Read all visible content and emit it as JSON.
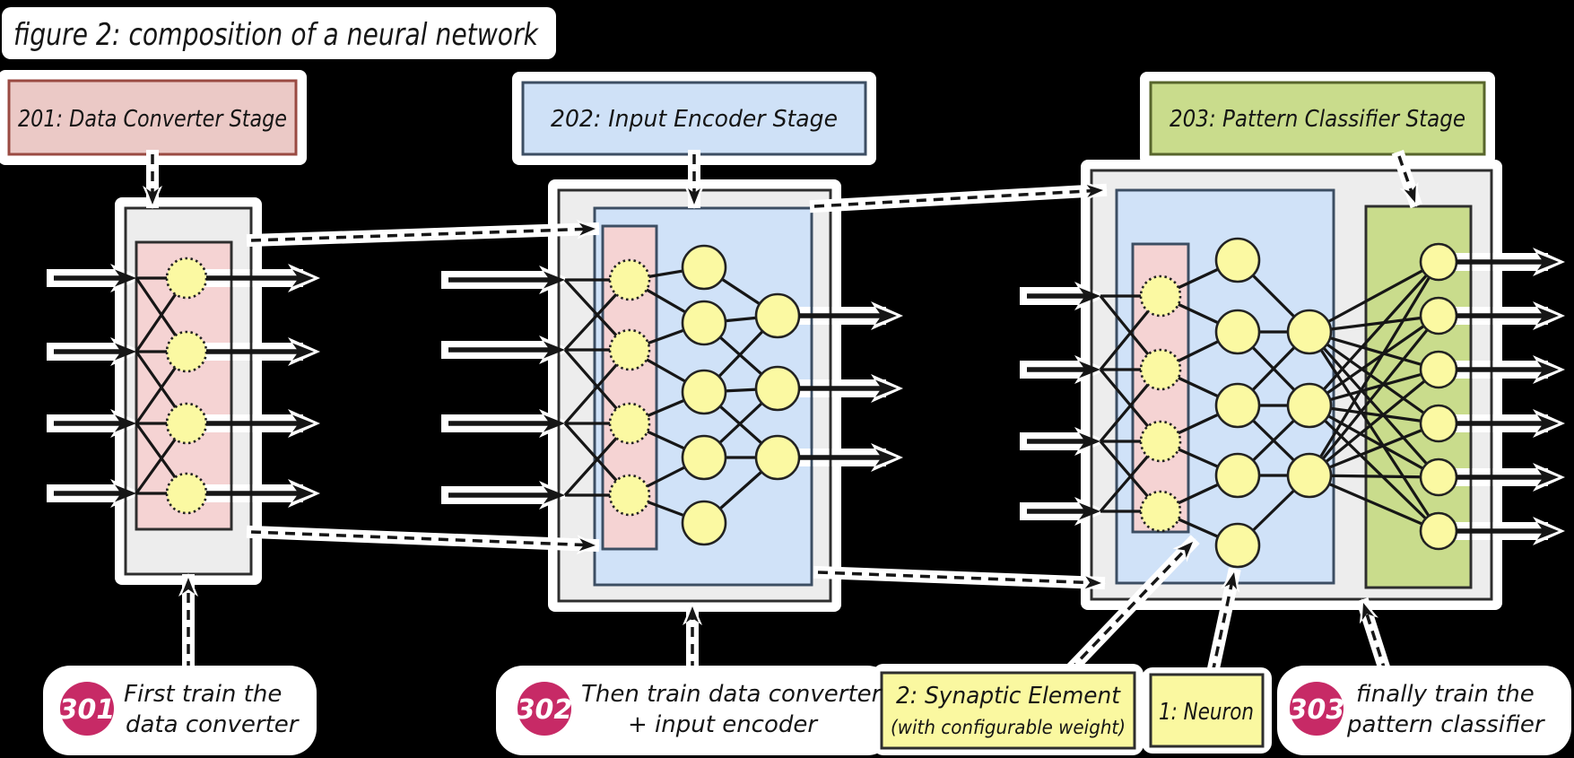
{
  "title": "figure 2: composition of a neural network",
  "stage_labels": {
    "s1": "201: Data Converter Stage",
    "s2": "202: Input Encoder Stage",
    "s3": "203: Pattern Classifier Stage"
  },
  "stages": [
    {
      "id": "201",
      "name": "Data Converter Stage",
      "inputs": 4,
      "synaptic_elements": 4,
      "neuron_layers": [],
      "outputs": 4
    },
    {
      "id": "202",
      "name": "Input Encoder Stage",
      "inputs": 4,
      "synaptic_elements": 4,
      "neuron_layers": [
        5,
        3
      ],
      "outputs": 3
    },
    {
      "id": "203",
      "name": "Pattern Classifier Stage",
      "inputs": 4,
      "synaptic_elements": 4,
      "neuron_layers": [
        5,
        3
      ],
      "classifier_neurons": 6,
      "outputs": 6
    }
  ],
  "annotations": {
    "a301": {
      "badge": "301",
      "line1": "First train the",
      "line2": "data converter"
    },
    "a302": {
      "badge": "302",
      "line1": "Then train data converter",
      "line2": "+ input encoder"
    },
    "a303": {
      "badge": "303",
      "line1": "finally train the",
      "line2": "pattern classifier"
    },
    "synaptic_note": {
      "line1": "2: Synaptic Element",
      "line2": "(with configurable weight)"
    },
    "neuron_note": {
      "label": "1: Neuron"
    }
  },
  "colors": {
    "background": "#000000",
    "halo": "#ffffff",
    "stage_fill": "#ededed",
    "stage_border": "#2e2e2e",
    "pink_fill": "#f5d3d3",
    "pink_label_fill": "#ebc9c6",
    "pink_label_border": "#9a4a42",
    "blue_fill": "#d0e2f8",
    "blue_label_fill": "#cfe1f7",
    "blue_border": "#3c4e63",
    "green_fill": "#c9dc8c",
    "green_label_border": "#57652b",
    "neuron_fill": "#fbf9a2",
    "neuron_border": "#222222",
    "line": "#161616",
    "badge_fill": "#c72a66",
    "badge_text": "#ffffff",
    "note_fill": "#faf8a0"
  }
}
